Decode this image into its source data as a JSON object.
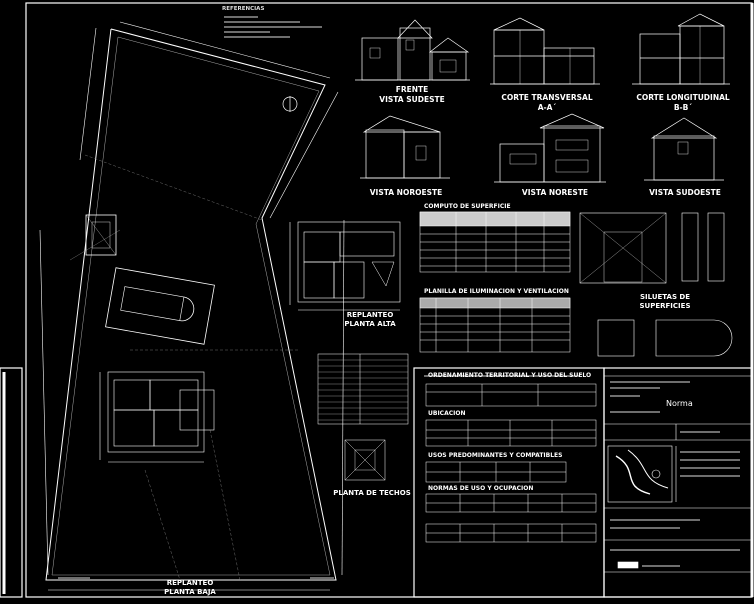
{
  "references": {
    "title": "REFERENCIAS"
  },
  "views": [
    {
      "id": "frente",
      "line1": "FRENTE",
      "line2": "VISTA SUDESTE"
    },
    {
      "id": "corte_transversal",
      "line1": "CORTE TRANSVERSAL",
      "line2": "A-A´"
    },
    {
      "id": "corte_longitudinal",
      "line1": "CORTE LONGITUDINAL",
      "line2": "B-B´"
    },
    {
      "id": "vista_noroeste",
      "line1": "VISTA NOROESTE"
    },
    {
      "id": "vista_noreste",
      "line1": "VISTA NORESTE"
    },
    {
      "id": "vista_sudoeste",
      "line1": "VISTA SUDOESTE"
    }
  ],
  "plans": {
    "planta_alta": {
      "line1": "REPLANTEO",
      "line2": "PLANTA ALTA"
    },
    "planta_baja": {
      "line1": "REPLANTEO",
      "line2": "PLANTA BAJA"
    },
    "techos": "PLANTA DE TECHOS"
  },
  "tables": {
    "computo": "COMPUTO DE SUPERFICIE",
    "iluminacion": "PLANILLA DE ILUMINACION Y VENTILACION",
    "siluetas_line1": "SILUETAS DE",
    "siluetas_line2": "SUPERFICIES"
  },
  "ordenamiento": {
    "title": "ORDENAMIENTO TERRITORIAL Y USO DEL SUELO",
    "ubicacion": "UBICACION",
    "usos": "USOS PREDOMINANTES Y COMPATIBLES",
    "normas": "NORMAS DE USO Y OCUPACION"
  },
  "title_block": {
    "norma": "Norma"
  }
}
